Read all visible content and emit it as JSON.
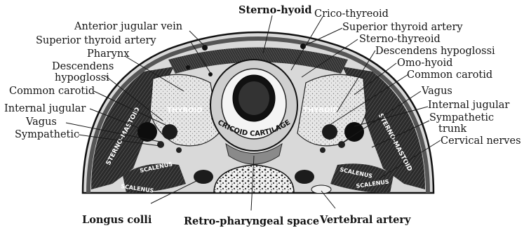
{
  "labels_left": {
    "anterior_jugular_vein": "Anterior jugular vein",
    "superior_thyroid_artery": "Superior thyroid artery",
    "pharynx": "Pharynx",
    "descendens_hypoglossi_1": "Descendens",
    "descendens_hypoglossi_2": "hypoglossi",
    "common_carotid": "Common carotid",
    "internal_jugular": "Internal jugular",
    "vagus": "Vagus",
    "sympathetic": "Sympathetic"
  },
  "labels_right": {
    "sterno_hyoid": "Sterno-hyoid",
    "crico_thyreoid": "Crico-thyreoid",
    "superior_thyroid_artery": "Superior thyroid artery",
    "sterno_thyreoid": "Sterno-thyreoid",
    "descendens_hypoglossi": "Descendens hypoglossi",
    "omo_hyoid": "Omo-hyoid",
    "common_carotid": "Common carotid",
    "vagus": "Vagus",
    "internal_jugular": "Internal jugular",
    "sympathetic_trunk_1": "Sympathetic",
    "sympathetic_trunk_2": "trunk",
    "cervical_nerves": "Cervical nerves"
  },
  "labels_bottom": {
    "longus_colli": "Longus colli",
    "retro_pharyngeal_space": "Retro-pharyngeal space",
    "vertebral_artery": "Vertebral artery"
  },
  "inner_labels": {
    "thyroid_left": "THYROID",
    "thyroid_right": "THYROID",
    "cricoid_cartilage": "CRICOID CARTILAGE",
    "sterno_mastoid_left": "STERNO-MASTOID",
    "sterno_mastoid_right": "STERNO-MASTOID",
    "scalenus_upper_left": "SCALENUS",
    "scalenus_lower_left": "SCALENUS",
    "scalenus_upper_right": "SCALENUS",
    "scalenus_lower_right": "SCALENUS"
  }
}
